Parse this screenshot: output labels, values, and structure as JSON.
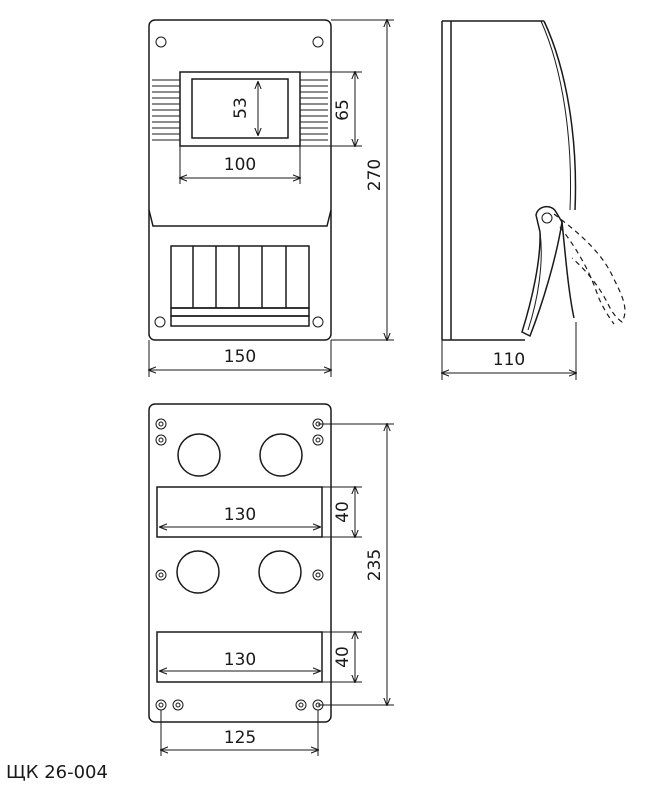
{
  "front_view": {
    "dim_window_height": "53",
    "dim_window_frame_height": "65",
    "dim_window_width": "100",
    "dim_total_height": "270",
    "dim_total_width": "150"
  },
  "side_view": {
    "dim_depth": "110"
  },
  "back_view": {
    "dim_upper_slot_width": "130",
    "dim_upper_slot_height": "40",
    "dim_lower_slot_width": "130",
    "dim_lower_slot_height": "40",
    "dim_mount_vertical": "235",
    "dim_mount_horizontal": "125"
  },
  "model_label": "ЩК 26-004"
}
